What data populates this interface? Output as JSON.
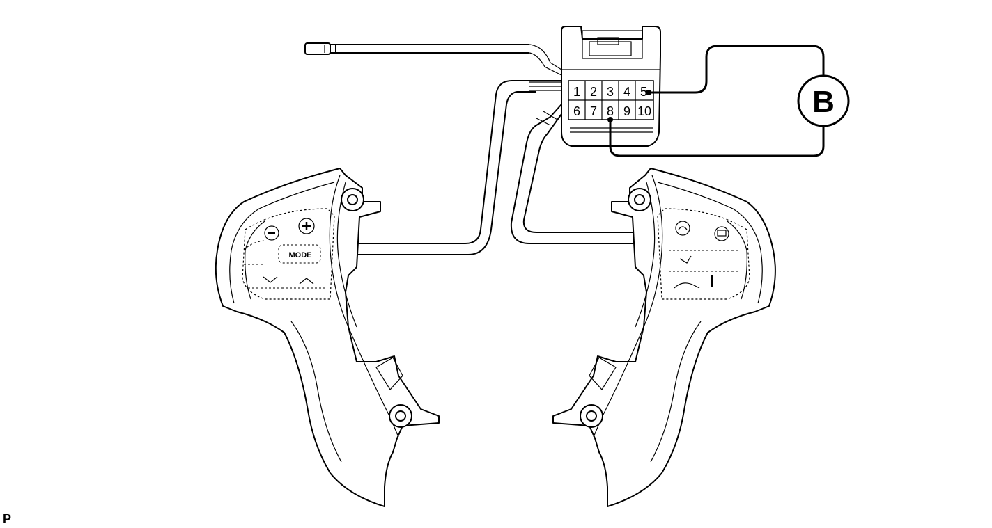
{
  "connector": {
    "pins_top": [
      "1",
      "2",
      "3",
      "4",
      "5"
    ],
    "pins_bottom": [
      "6",
      "7",
      "8",
      "9",
      "10"
    ]
  },
  "meter": {
    "label": "B"
  },
  "left_switch": {
    "button_text": "MODE"
  },
  "corner_mark": "P",
  "colors": {
    "line": "#000000",
    "fill": "#ffffff"
  }
}
